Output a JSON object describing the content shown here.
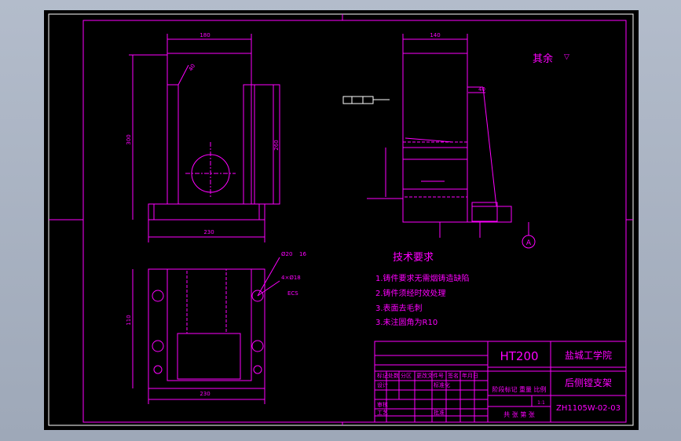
{
  "drawing": {
    "annotations": {
      "surface_note": "其余",
      "surface_symbol": "▽",
      "datum_label": "A",
      "ecs_label": "ECS",
      "top_dim_left": "180",
      "top_dim_right": "140",
      "height_dim": "300",
      "side_dim": "260",
      "base_dim": "230",
      "plan_dim": "230",
      "hole_dim": "Ø20",
      "depth_dim": "40",
      "small_dim": "16",
      "bolt_dim": "4×Ø18",
      "plan_height_dim": "110"
    },
    "tech_requirements": {
      "title": "技术要求",
      "items": [
        "1.铸件要求无需烟铸造缺陷",
        "2.铸件须经时效处理",
        "3.表面去毛刺",
        "3.未注圆角为R10"
      ]
    },
    "title_block": {
      "material": "HT200",
      "school": "盐城工学院",
      "part_name": "后侧镗支架",
      "drawing_no": "ZH1105W-02-03",
      "scale": "1:1",
      "sheet_info": "共  张 第  张",
      "row_labels": [
        "标记",
        "处数",
        "分区",
        "更改文件号",
        "签名",
        "年月日"
      ],
      "design_label": "设计",
      "std_label": "标准化",
      "review_label": "审核",
      "process_label": "工艺",
      "approve_label": "批准",
      "stage_labels": "阶段标记  重量  比例"
    }
  },
  "colors": {
    "line": "#ff00ff",
    "background": "#000000",
    "frame": "#ffffff"
  }
}
